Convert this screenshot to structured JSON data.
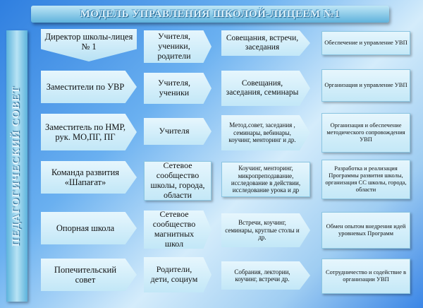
{
  "title": "МОДЕЛЬ УПРАВЛЕНИЯ  ШКОЛОЙ-ЛИЦЕЕМ №1",
  "sidebar": "ПЕДАГОГИЧЕСКИЙ СОВЕТ",
  "rows": [
    {
      "subject": "Директор школы-лицея № 1",
      "participants": "Учителя, ученики, родители",
      "forms": "Совещания, встречи, заседания",
      "goal": "Обеспечение и управление УВП"
    },
    {
      "subject": "Заместители по УВР",
      "participants": "Учителя, ученики",
      "forms": "Совещания, заседания, семинары",
      "goal": "Организация и управление  УВП"
    },
    {
      "subject": "Заместитель  по НМР,  рук. МО,ПГ, ПГ",
      "participants": "Учителя",
      "forms": "Метод.совет, заседания , семинары, вебинары, коучинг, менторинг  и др.",
      "goal": "Организация и обеспечение методического сопровождения УВП"
    },
    {
      "subject": "Команда развития «Шапағат»",
      "participants": "Сетевое сообщество школы, города, области",
      "forms": "Коучинг, менторинг, микропреподавание, исследование в действии, исследование урока и др",
      "goal": "Разработка и реализация Программы развития школы,  организация СС школы,   города, области"
    },
    {
      "subject": "Опорная школа",
      "participants": "Сетевое сообщество магнитных школ",
      "forms": "Встречи, коучинг, семинары, круглые столы и др.",
      "goal": "Обмен опытом внедрения идей уровневых Программ"
    },
    {
      "subject": "Попечительский совет",
      "participants": "Родители, дети, социум",
      "forms": "Собрания, лектории, коучинг, встречи др.",
      "goal": "Сотрудничество  и содействие  в организации УВП"
    }
  ]
}
